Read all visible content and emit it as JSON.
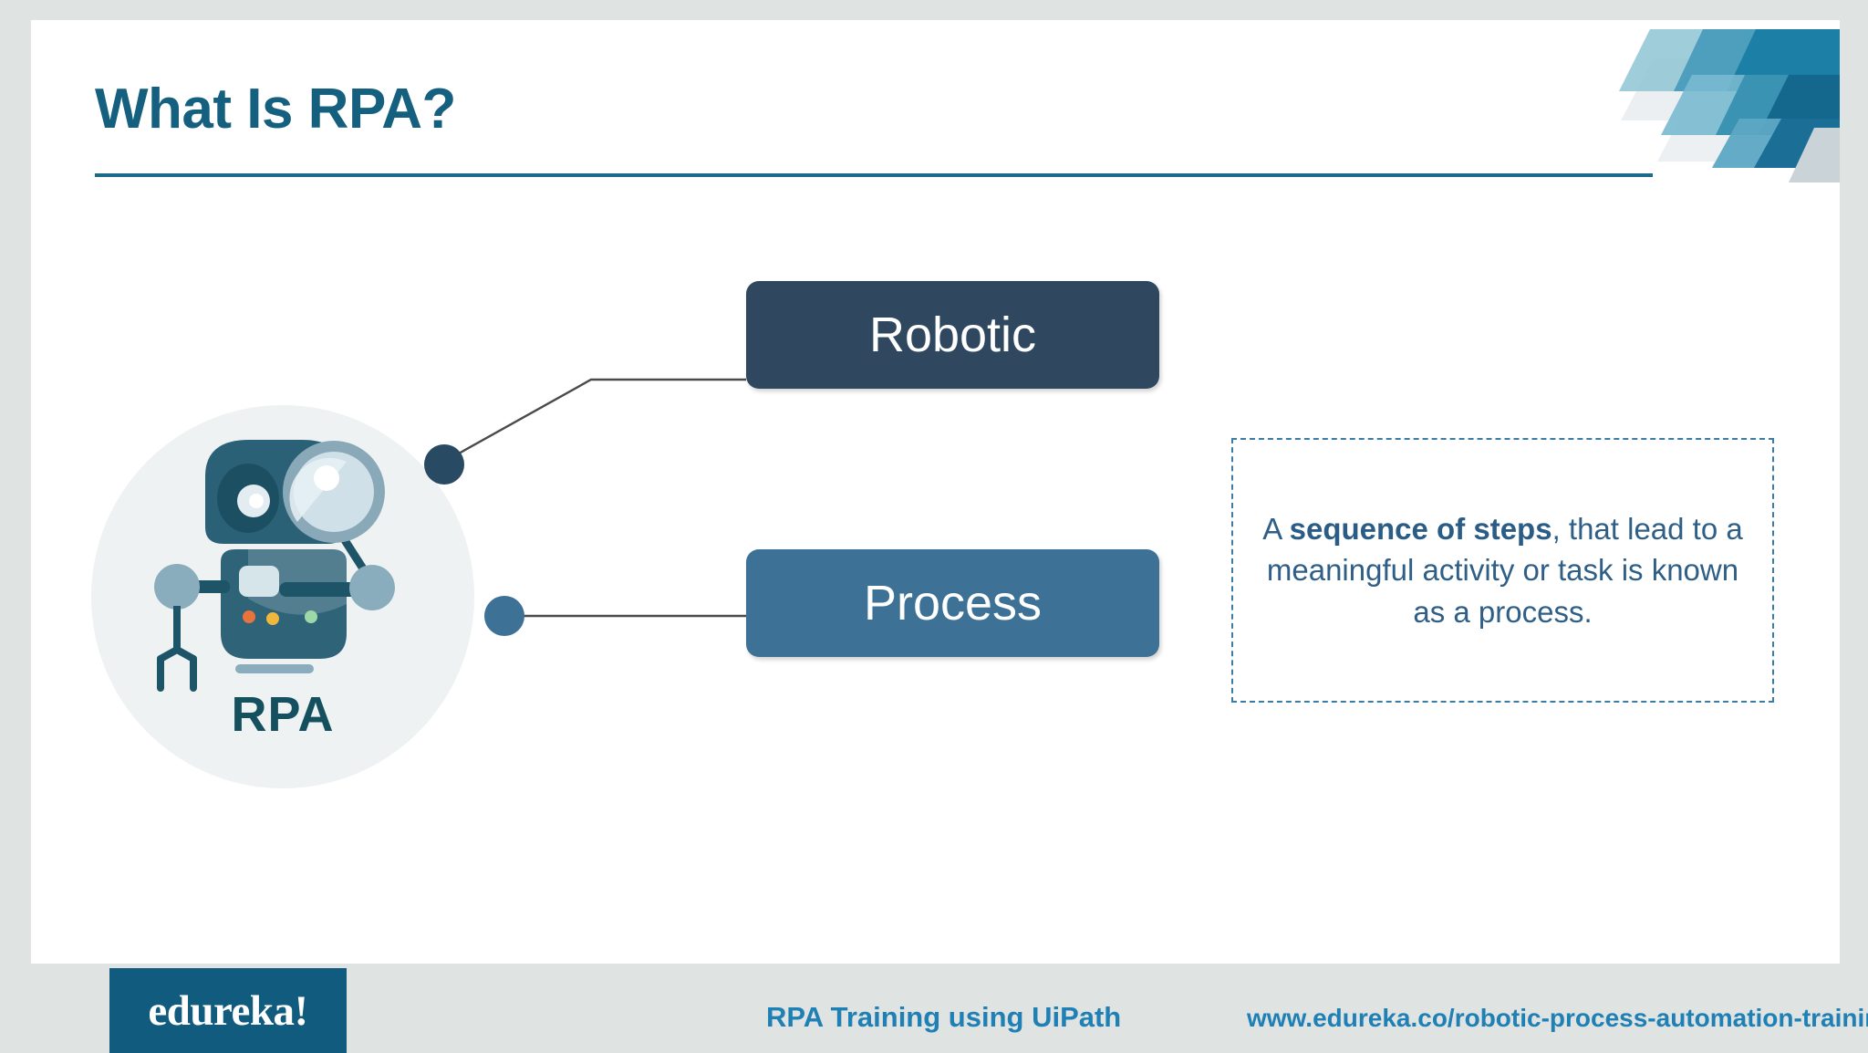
{
  "slide": {
    "title": "What Is RPA?",
    "illustration": {
      "label": "RPA",
      "alt_name": "rpa-robot-illustration"
    },
    "nodes": [
      {
        "id": "robotic",
        "label": "Robotic",
        "color": "#2f4860"
      },
      {
        "id": "process",
        "label": "Process",
        "color": "#3d7296"
      }
    ],
    "definition": {
      "prefix": "A ",
      "bold": "sequence of steps",
      "suffix": ", that lead to a meaningful activity or task is known as a process."
    }
  },
  "footer": {
    "logo": "edureka!",
    "center_text": "RPA Training using UiPath",
    "url": "www.edureka.co/robotic-process-automation-training"
  },
  "colors": {
    "title_blue": "#15607f",
    "rule_blue": "#1c6a8c",
    "dark_node": "#2f4860",
    "mid_node": "#3d7296",
    "footer_blue": "#1f80b5",
    "logo_bg": "#115b7e",
    "page_bg": "#dfe3e2",
    "slide_bg": "#ffffff",
    "definition_text": "#2f5f86",
    "robot_circle_bg": "#eef2f2"
  }
}
